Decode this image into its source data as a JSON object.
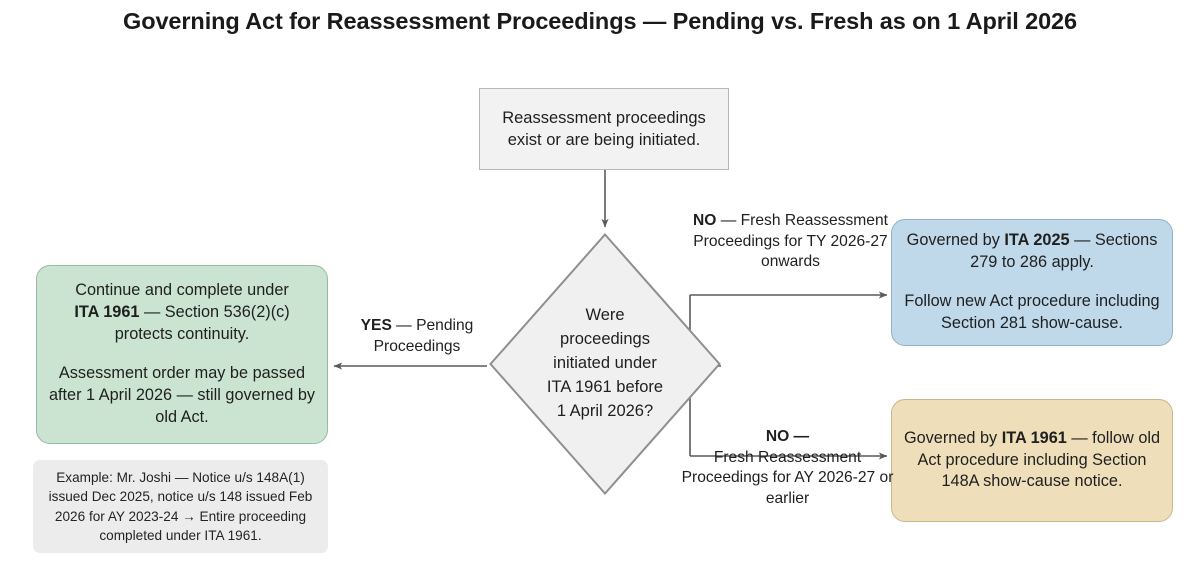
{
  "title": "Governing Act for Reassessment Proceedings — Pending vs. Fresh as on 1 April 2026",
  "colors": {
    "start_fill": "#f2f2f2",
    "start_stroke": "#b7b7b7",
    "decision_fill": "#f0f0f0",
    "decision_stroke": "#8f8f8f",
    "pending_fill": "#cbe4d1",
    "pending_stroke": "#9ab9a1",
    "new_act_fill": "#bfd8ea",
    "new_act_stroke": "#92b2c8",
    "old_act_fill": "#eedfba",
    "old_act_stroke": "#c9b78e",
    "note_fill": "#ececec",
    "connector": "#5a5a5a",
    "text": "#1f1f1f"
  },
  "nodes": {
    "start": {
      "line1": "Reassessment proceedings",
      "line2": "exist or are being initiated."
    },
    "decision": {
      "line1": "Were",
      "line2": "proceedings",
      "line3": "initiated under",
      "line4": "ITA 1961 before",
      "line5": "1 April 2026?"
    },
    "pending": {
      "para1_prefix": "Continue and complete under",
      "para1_bold": "ITA 1961",
      "para1_suffix": " — Section 536(2)(c) protects continuity.",
      "para2": "Assessment order may be passed after 1 April 2026 — still governed by old Act."
    },
    "fresh_new_act": {
      "para1_prefix": "Governed by ",
      "para1_bold": "ITA 2025",
      "para1_suffix": " — Sections 279 to 286 apply.",
      "para2": "Follow new Act procedure including Section 281 show-cause."
    },
    "fresh_old_act": {
      "para1_prefix": "Governed by ",
      "para1_bold": "ITA 1961",
      "para1_suffix": " — follow old Act procedure including Section 148A show-cause notice."
    },
    "example_note": {
      "text": "Example: Mr. Joshi — Notice u/s 148A(1) issued Dec 2025, notice u/s 148 issued Feb 2026 for AY 2023-24 → Entire proceeding completed under ITA 1961."
    }
  },
  "edges": {
    "yes_pending": {
      "bold": "YES",
      "rest": " — Pending Proceedings"
    },
    "no_new_act": {
      "bold": "NO",
      "rest": " — Fresh Reassessment Proceedings for TY 2026-27 onwards"
    },
    "no_old_act": {
      "bold": "NO —",
      "rest": "Fresh Reassessment Proceedings for AY 2026-27 or earlier"
    }
  }
}
